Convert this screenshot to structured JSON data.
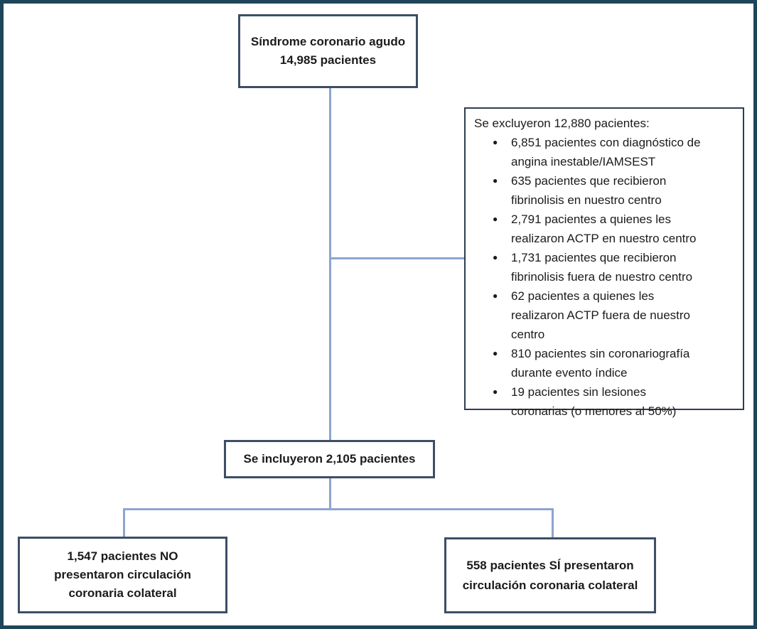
{
  "colors": {
    "frame_border": "#1e4559",
    "box_border": "#3d4e66",
    "exclusion_border": "#2f3d4e",
    "connector_line": "#8da5ce",
    "text": "#1b1b1b",
    "background": "#ffffff"
  },
  "flow": {
    "top_box": {
      "lines": [
        "Síndrome coronario agudo",
        "14,985 pacientes"
      ]
    },
    "included_box": {
      "lines": [
        "Se incluyeron 2,105 pacientes"
      ]
    },
    "no_collateral_box": {
      "lines": [
        "1,547 pacientes NO",
        "presentaron circulación",
        "coronaria colateral"
      ]
    },
    "yes_collateral_box": {
      "lines": [
        "558 pacientes SÍ presentaron",
        "circulación coronaria colateral"
      ]
    }
  },
  "exclusion_box": {
    "title": "Se excluyeron 12,880 pacientes:",
    "bullet_glyph": "●",
    "items": [
      {
        "lines": [
          "6,851 pacientes con diagnóstico de",
          "angina inestable/IAMSEST"
        ]
      },
      {
        "lines": [
          "635 pacientes que recibieron",
          "fibrinolisis en nuestro centro"
        ]
      },
      {
        "lines": [
          "2,791 pacientes a quienes les",
          "realizaron ACTP en nuestro centro"
        ]
      },
      {
        "lines": [
          "1,731 pacientes que recibieron",
          "fibrinolisis fuera de nuestro centro"
        ]
      },
      {
        "lines": [
          "62 pacientes a quienes les",
          "realizaron ACTP fuera de nuestro",
          "centro"
        ]
      },
      {
        "lines": [
          "810 pacientes sin coronariografía",
          "durante evento índice"
        ]
      },
      {
        "lines": [
          "19 pacientes sin lesiones",
          "coronarias (o menores al 50%)"
        ]
      }
    ]
  }
}
